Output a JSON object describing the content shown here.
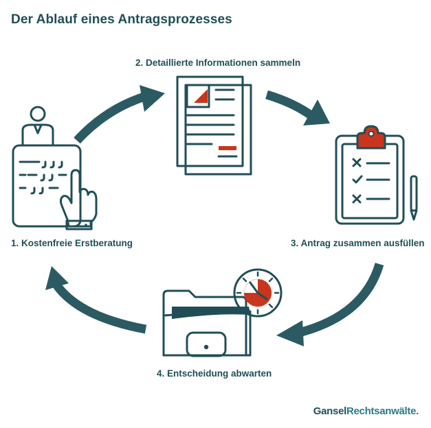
{
  "title": "Der Ablauf eines Antragsprozesses",
  "steps": [
    {
      "label": "1. Kostenfreie Erstberatung",
      "icon": "consultation-form-icon"
    },
    {
      "label": "2. Detaillierte Informationen sammeln",
      "icon": "documents-icon"
    },
    {
      "label": "3. Antrag zusammen ausfüllen",
      "icon": "clipboard-checklist-icon"
    },
    {
      "label": "4. Entscheidung abwarten",
      "icon": "folder-clock-icon"
    }
  ],
  "brand": {
    "part1": "Gansel",
    "part2": "Rechtsanwälte."
  },
  "colors": {
    "primary": "#1f4e57",
    "accent": "#c8361e",
    "white": "#ffffff"
  }
}
